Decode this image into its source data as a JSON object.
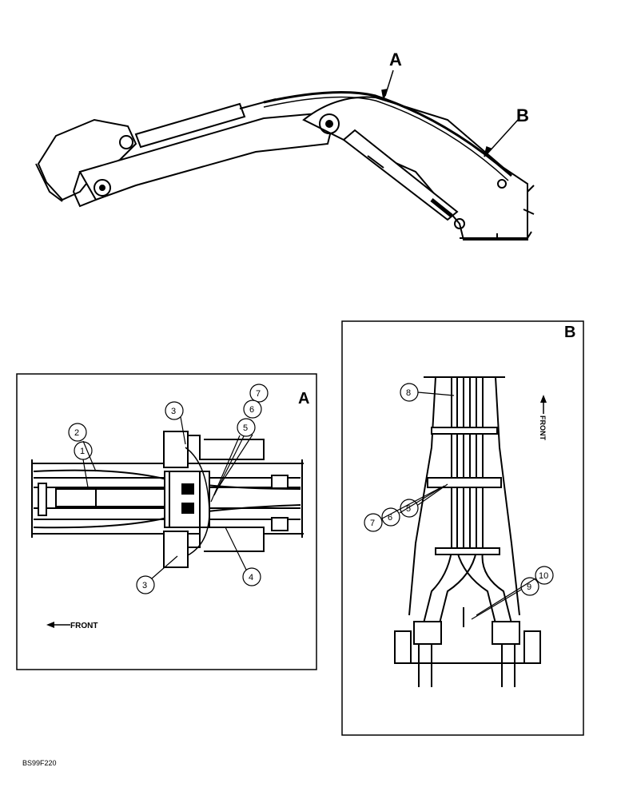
{
  "top_view": {
    "label_a": "A",
    "label_b": "B"
  },
  "detail_a": {
    "label": "A",
    "front_label": "FRONT",
    "callouts": [
      "7",
      "6",
      "5",
      "3",
      "2",
      "1",
      "3",
      "4"
    ]
  },
  "detail_b": {
    "label": "B",
    "front_label": "FRONT",
    "callouts": [
      "8",
      "7",
      "6",
      "5",
      "9",
      "10"
    ]
  },
  "figure_id": "BS99F220"
}
